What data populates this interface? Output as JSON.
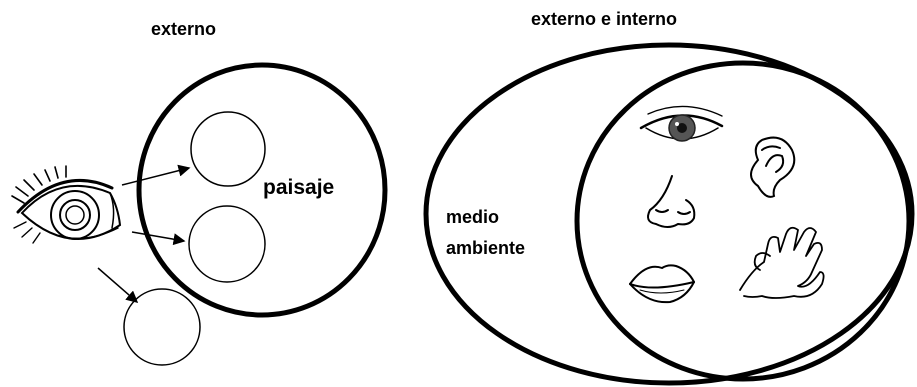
{
  "labels": {
    "externo": "externo",
    "externo_e_interno": "externo e interno",
    "paisaje": "paisaje",
    "medio": "medio",
    "ambiente": "ambiente"
  },
  "icons": [
    "eye-icon",
    "ear-icon",
    "nose-icon",
    "mouth-icon",
    "hand-icon"
  ],
  "colors": {
    "ink": "#000000",
    "background": "#ffffff"
  }
}
